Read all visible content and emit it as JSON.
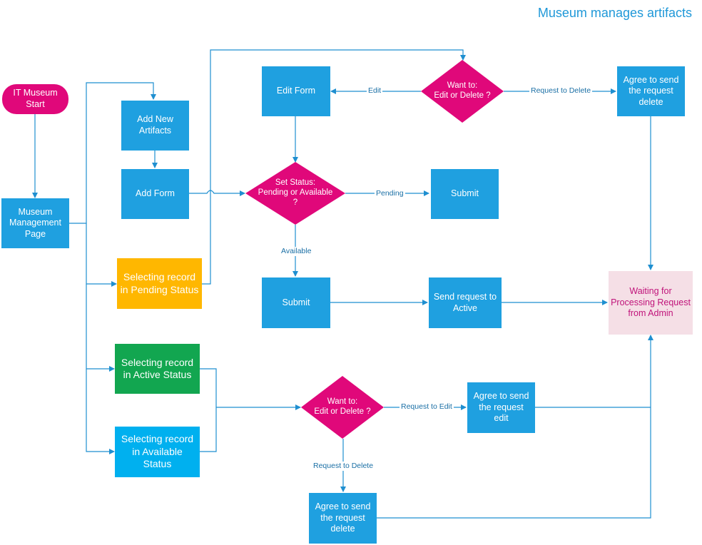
{
  "title": "Museum manages artifacts",
  "nodes": {
    "start": [
      "IT Museum",
      "Start"
    ],
    "museum_page": [
      "Museum",
      "Management",
      "Page"
    ],
    "add_new_artifacts": [
      "Add New",
      "Artifacts"
    ],
    "add_form": [
      "Add Form"
    ],
    "select_pending": [
      "Selecting record",
      "in Pending Status"
    ],
    "select_active": [
      "Selecting record",
      "in Active Status"
    ],
    "select_available": [
      "Selecting record",
      "in Available",
      "Status"
    ],
    "edit_form": [
      "Edit Form"
    ],
    "want_to_top": [
      "Want to:",
      "Edit or Delete ?"
    ],
    "agree_delete_top": [
      "Agree to send",
      "the request",
      "delete"
    ],
    "set_status": [
      "Set Status:",
      "Pending or Available",
      "?"
    ],
    "submit_pending": [
      "Submit"
    ],
    "submit_available": [
      "Submit"
    ],
    "send_request_active": [
      "Send request to",
      "Active"
    ],
    "waiting": [
      "Waiting for",
      "Processing Request",
      "from Admin"
    ],
    "want_to_bottom": [
      "Want to:",
      "Edit or Delete ?"
    ],
    "agree_edit": [
      "Agree to send",
      "the request",
      "edit"
    ],
    "agree_delete_bottom": [
      "Agree to send",
      "the request",
      "delete"
    ]
  },
  "edge_labels": {
    "edit": "Edit",
    "request_delete_top": "Request to Delete",
    "pending": "Pending",
    "available": "Available",
    "request_edit": "Request to Edit",
    "request_delete_bottom": "Request to Delete"
  },
  "colors": {
    "process": "#1fa0e0",
    "decision": "#e0087a",
    "start": "#e0087a",
    "pending_select": "#ffb700",
    "active_select": "#12a650",
    "available_select": "#00b0ef",
    "waiting_fill": "#f5dfe6",
    "waiting_text": "#c0137a",
    "connector": "#1f8fd0",
    "title": "#1f98d8"
  }
}
